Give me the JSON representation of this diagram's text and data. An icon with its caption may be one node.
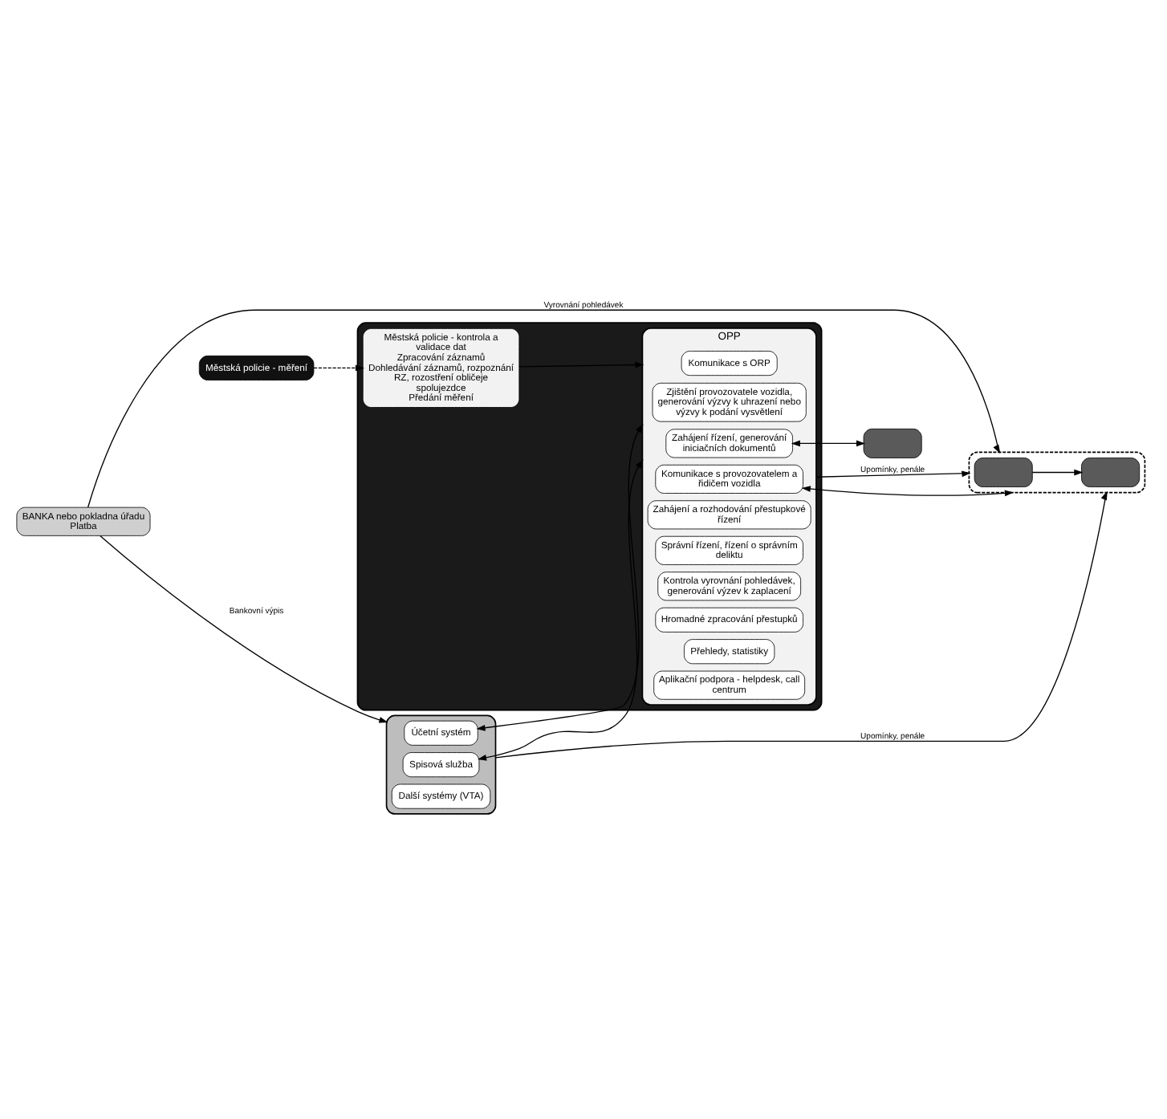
{
  "diagram": {
    "nodes": [
      {
        "text": [],
        "shape": "box"
      },
      {
        "text": [
          "Městská policie - kontrola a validace dat",
          "Zpracování záznamů",
          "Dohledávání záznamů, rozpoznání RZ, rozostření obličeje spolujezdce",
          "Předání měření"
        ],
        "in": 0
      },
      {
        "text": [
          "OPP"
        ],
        "in": 0
      },
      {
        "text": [
          "Zahájení řízení, generování iniciačních dokumentů"
        ],
        "in": 2
      },
      {
        "text": [
          "Zjištění provozovatele vozidla, generování výzvy k uhrazení nebo výzvy k podání vysvětlení"
        ],
        "in": 2
      },
      {
        "text": [
          "Komunikace s provozovatelem a řidičem vozidla"
        ],
        "in": 2
      },
      {
        "text": [
          "Komunikace s ORP"
        ],
        "in": 2
      },
      {
        "text": [
          "Zahájení a rozhodování přestupkové řízení"
        ],
        "in": 2
      },
      {
        "text": [
          "Správní řízení, řízení o správním deliktu"
        ],
        "in": 2
      },
      {
        "text": [
          "Kontrola vyrovnání pohledávek, generování výzev k zaplacení"
        ],
        "in": 2
      },
      {
        "text": [
          "Hromadné zpracování přestupků"
        ],
        "in": 2
      },
      {
        "text": [
          "Přehledy, statistiky"
        ],
        "in": 2
      },
      {
        "text": [
          "Aplikační podpora - helpdesk, call centrum"
        ],
        "in": 2
      },
      {
        "text": [],
        "shape": "box"
      },
      {
        "text": [
          "Spisová služba"
        ],
        "in": 13
      },
      {
        "text": [
          "Účetní systém"
        ],
        "in": 13
      },
      {
        "text": [
          "Další systémy (VTA)"
        ],
        "in": 13
      },
      {
        "text": [
          "Městská policie - měření"
        ]
      },
      {
        "text": [],
        "shape": "box"
      },
      {
        "text": [],
        "shape": "box",
        "in": 18
      },
      {
        "text": [],
        "shape": "box",
        "in": 18
      },
      {
        "text": [],
        "shape": "box"
      },
      {
        "text": [
          "BANKA nebo pokladna úřadu",
          "Platba"
        ]
      }
    ],
    "edges": [
      {
        "from": 14,
        "to": 2,
        "arrow": "both"
      },
      {
        "from": 15,
        "to": 2,
        "arrow": "both"
      },
      {
        "from": 2,
        "to": 18,
        "arrow": "to",
        "label": "Upomínky, penále"
      },
      {
        "from": 13,
        "to": 18,
        "arrow": "to",
        "label": "Upomínky, penále"
      },
      {
        "from": 22,
        "to": 13,
        "arrow": "to",
        "label": "Bankovní výpis"
      },
      {
        "from": 22,
        "to": 18,
        "arrow": "to",
        "label": "Vyrovnání pohledávek"
      },
      {
        "from": 19,
        "to": 20,
        "arrow": "to"
      },
      {
        "from": 5,
        "to": 18,
        "arrow": "both"
      },
      {
        "from": 3,
        "to": 21,
        "arrow": "both"
      },
      {
        "from": 1,
        "to": 2,
        "arrow": "to"
      },
      {
        "from": 17,
        "to": 1,
        "arrow": "to",
        "style": "dashed"
      }
    ]
  }
}
